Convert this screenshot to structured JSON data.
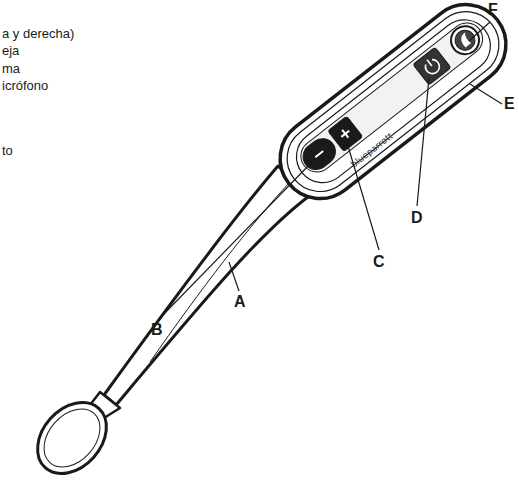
{
  "diagram": {
    "labels": [
      "a y derecha)",
      "eja",
      "ma",
      "icrófono",
      "to",
      "F",
      "E",
      "D",
      "C",
      "B",
      "A",
      "blueparrott"
    ]
  }
}
